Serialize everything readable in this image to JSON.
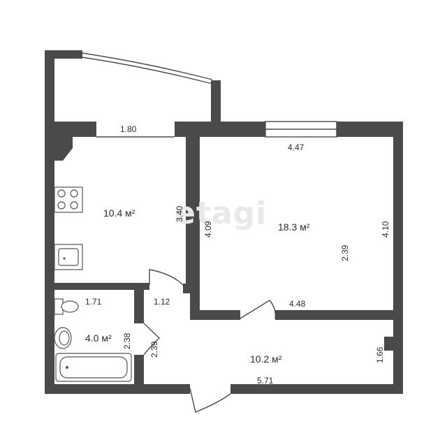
{
  "watermark": "etagi",
  "rooms": {
    "kitchen": {
      "area": "10.4 м²",
      "width": "1.80",
      "height": "3.40"
    },
    "living": {
      "area": "18.3 м²",
      "top": "4.47",
      "bottom": "4.48",
      "left": "4.09",
      "right": "4.10",
      "inner": "2.39"
    },
    "bathroom": {
      "area": "4.0 м²",
      "width": "1.71",
      "height": "2.38"
    },
    "hall": {
      "area": "10.2 м²",
      "width": "5.71",
      "height": "1.66",
      "left": "2.39",
      "nook": "1.12"
    }
  },
  "colors": {
    "wall": "#4a4a4a",
    "text": "#2b2b2b",
    "watermark": "#e9e9e9"
  }
}
